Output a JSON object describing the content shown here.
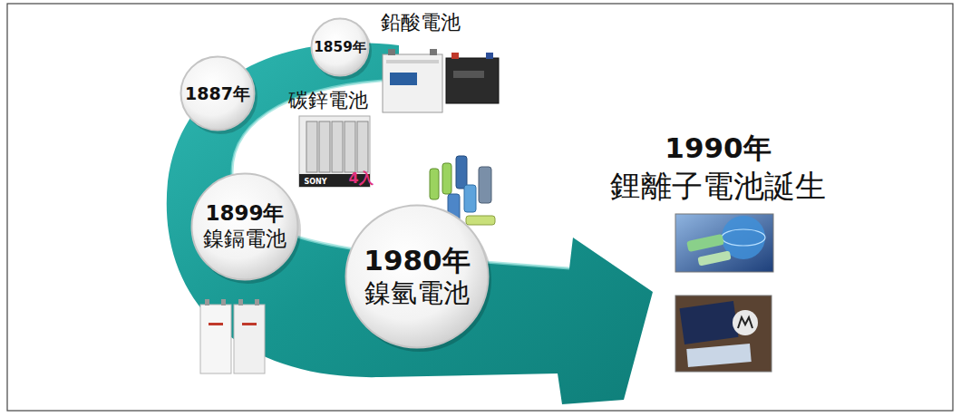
{
  "diagram": {
    "nodes": [
      {
        "text": [
          "1859年",
          "鉛酸電池"
        ]
      },
      {
        "text": [
          "1887年",
          "碳鋅電池"
        ]
      },
      {
        "text": [
          "1899年",
          "鎳鎘電池"
        ]
      },
      {
        "text": [
          "1980年",
          "鎳氫電池"
        ]
      }
    ],
    "labels": [
      "1990年",
      "鋰離子電池誕生",
      "SONY",
      "4入"
    ]
  }
}
